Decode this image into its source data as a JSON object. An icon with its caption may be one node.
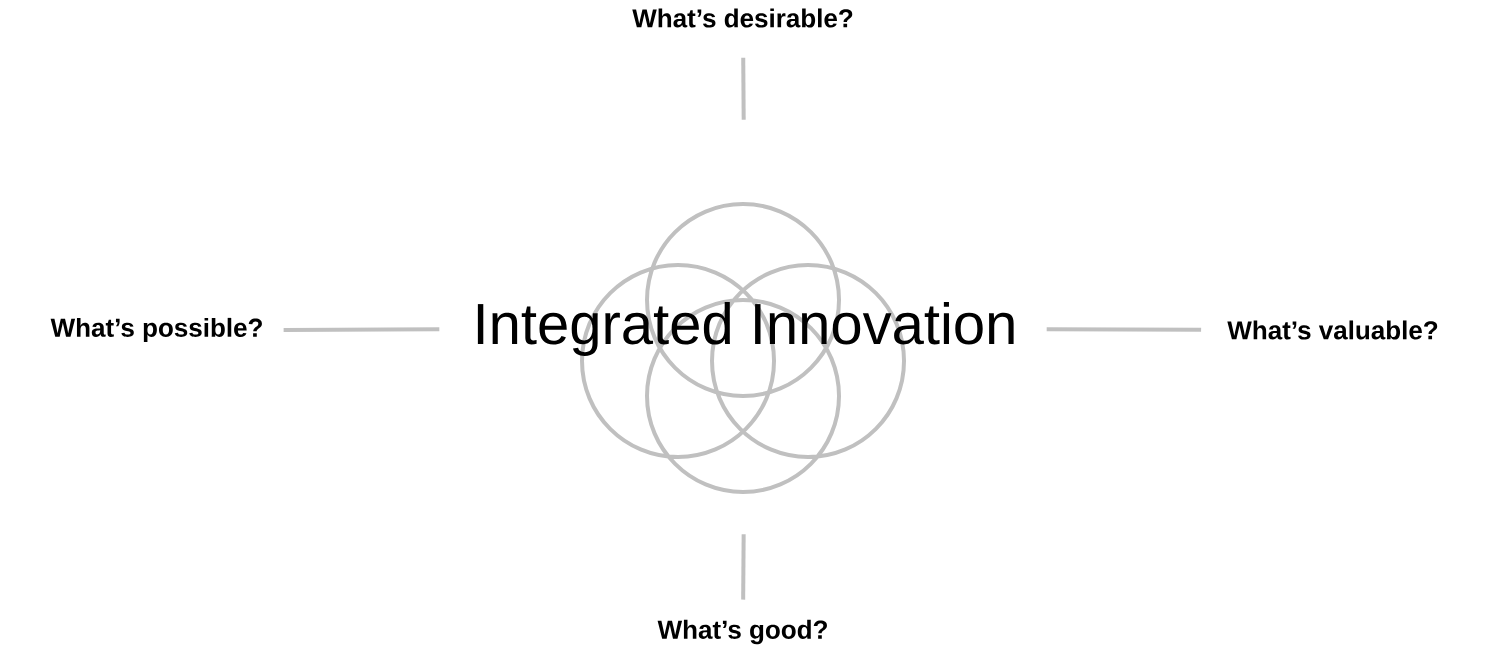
{
  "diagram": {
    "nodes": [
      {
        "text": [
          "What’s desirable?"
        ]
      },
      {
        "text": [
          "What’s possible?"
        ]
      },
      {
        "text": [
          "Integrated Innovation"
        ]
      },
      {
        "text": [
          "What’s valuable?"
        ]
      },
      {
        "text": [
          "What’s good?"
        ]
      }
    ],
    "edges": [
      {
        "from": 0,
        "to": 2,
        "arrow": "none"
      },
      {
        "from": 1,
        "to": 2,
        "arrow": "none"
      },
      {
        "from": 3,
        "to": 2,
        "arrow": "none"
      },
      {
        "from": 4,
        "to": 2,
        "arrow": "none"
      }
    ]
  }
}
